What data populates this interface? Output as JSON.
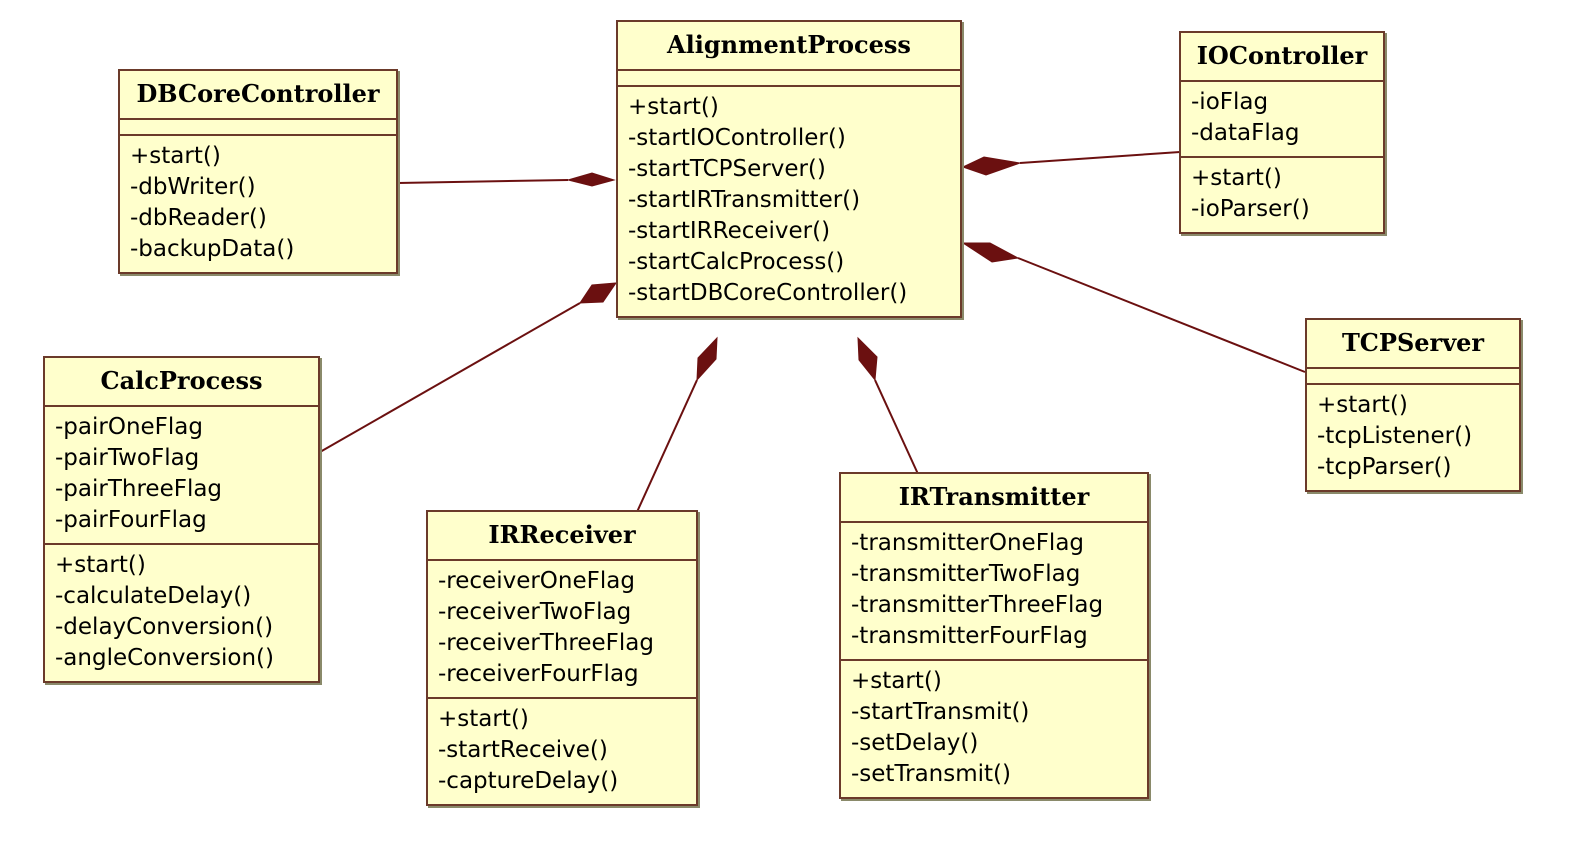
{
  "classes": {
    "alignment": {
      "name": "AlignmentProcess",
      "attributes": [],
      "operations": [
        "+start()",
        "-startIOController()",
        "-startTCPServer()",
        "-startIRTransmitter()",
        "-startIRReceiver()",
        "-startCalcProcess()",
        "-startDBCoreController()"
      ]
    },
    "dbcore": {
      "name": "DBCoreController",
      "attributes": [],
      "operations": [
        "+start()",
        "-dbWriter()",
        "-dbReader()",
        "-backupData()"
      ]
    },
    "io": {
      "name": "IOController",
      "attributes": [
        "-ioFlag",
        "-dataFlag"
      ],
      "operations": [
        "+start()",
        "-ioParser()"
      ]
    },
    "tcp": {
      "name": "TCPServer",
      "attributes": [],
      "operations": [
        "+start()",
        "-tcpListener()",
        "-tcpParser()"
      ]
    },
    "calc": {
      "name": "CalcProcess",
      "attributes": [
        "-pairOneFlag",
        "-pairTwoFlag",
        "-pairThreeFlag",
        "-pairFourFlag"
      ],
      "operations": [
        "+start()",
        "-calculateDelay()",
        "-delayConversion()",
        "-angleConversion()"
      ]
    },
    "irrecv": {
      "name": "IRReceiver",
      "attributes": [
        "-receiverOneFlag",
        "-receiverTwoFlag",
        "-receiverThreeFlag",
        "-receiverFourFlag"
      ],
      "operations": [
        "+start()",
        "-startReceive()",
        "-captureDelay()"
      ]
    },
    "irtrans": {
      "name": "IRTransmitter",
      "attributes": [
        "-transmitterOneFlag",
        "-transmitterTwoFlag",
        "-transmitterThreeFlag",
        "-transmitterFourFlag"
      ],
      "operations": [
        "+start()",
        "-startTransmit()",
        "-setDelay()",
        "-setTransmit()"
      ]
    }
  },
  "relations": [
    {
      "type": "composition",
      "whole": "AlignmentProcess",
      "part": "DBCoreController"
    },
    {
      "type": "composition",
      "whole": "AlignmentProcess",
      "part": "IOController"
    },
    {
      "type": "composition",
      "whole": "AlignmentProcess",
      "part": "TCPServer"
    },
    {
      "type": "composition",
      "whole": "AlignmentProcess",
      "part": "CalcProcess"
    },
    {
      "type": "composition",
      "whole": "AlignmentProcess",
      "part": "IRReceiver"
    },
    {
      "type": "composition",
      "whole": "AlignmentProcess",
      "part": "IRTransmitter"
    }
  ],
  "colors": {
    "class_fill": "#ffffcc",
    "class_border": "#6b3a2a",
    "link": "#6b1010"
  }
}
